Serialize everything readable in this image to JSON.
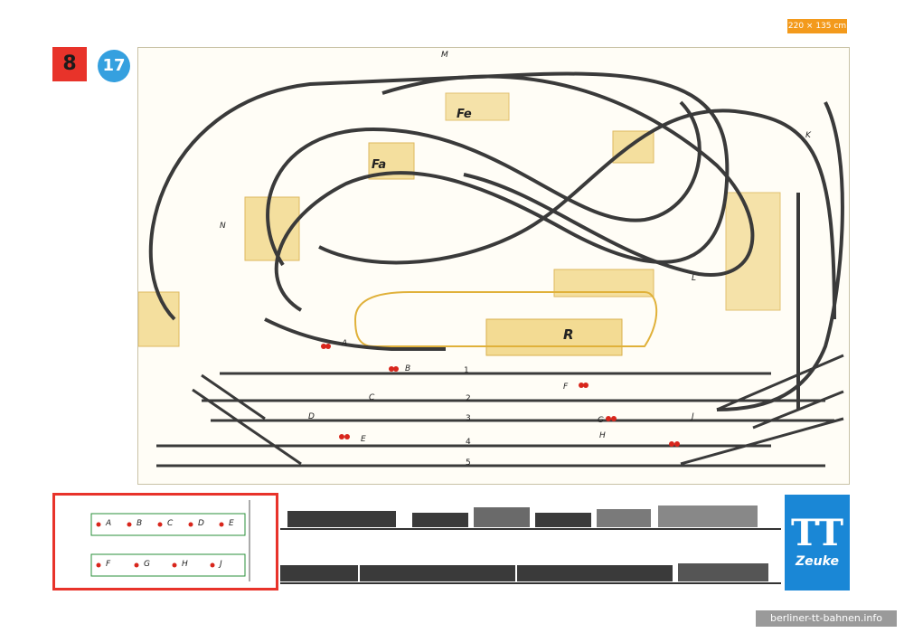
{
  "header": {
    "plan_number": "8",
    "page_number": "17",
    "size": "220 × 135 cm"
  },
  "layout": {
    "station_labels": [
      "Fe",
      "Fa",
      "R"
    ],
    "track_numbers": [
      "1",
      "2",
      "3",
      "4",
      "5"
    ],
    "signal_letters": [
      "A",
      "B",
      "C",
      "D",
      "E",
      "F",
      "G",
      "H",
      "J",
      "K",
      "L",
      "M",
      "N"
    ],
    "colors": {
      "track": "#3a3a3a",
      "scenery": "#e0b13a",
      "signal_red": "#d8261c",
      "marker_green": "#2a8f3a"
    }
  },
  "signal_box": {
    "row1": [
      "A",
      "B",
      "C",
      "D",
      "E"
    ],
    "row2": [
      "F",
      "G",
      "H",
      "J"
    ]
  },
  "logo": {
    "mark": "TT",
    "brand": "Zeuke"
  },
  "footer": {
    "website": "berliner-tt-bahnen.info"
  }
}
